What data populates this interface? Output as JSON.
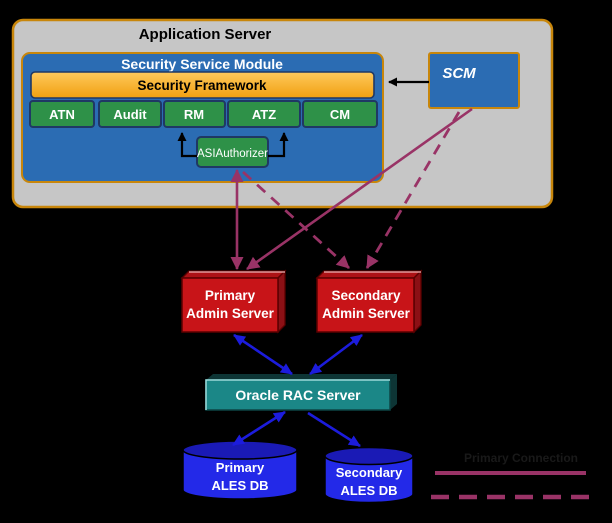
{
  "diagram": {
    "application_server": {
      "title": "Application Server"
    },
    "ssm": {
      "title": "Security Service Module",
      "framework_label": "Security Framework",
      "services": [
        "ATN",
        "Audit",
        "RM",
        "ATZ",
        "CM"
      ],
      "authorizer_label": "ASIAuthorizer"
    },
    "scm": {
      "label": "SCM"
    },
    "admin_primary": {
      "line1": "Primary",
      "line2": "Admin Server"
    },
    "admin_secondary": {
      "line1": "Secondary",
      "line2": "Admin Server"
    },
    "rac": {
      "label": "Oracle RAC Server"
    },
    "db_primary": {
      "line1": "Primary",
      "line2": "ALES DB"
    },
    "db_secondary": {
      "line1": "Secondary",
      "line2": "ALES DB"
    },
    "legend": {
      "caption": "Primary Connection"
    }
  },
  "colors": {
    "background": "#000000",
    "container_fill": "#C6C6C6",
    "container_border": "#C8860B",
    "module_blue": "#2B6CB3",
    "framework_gold_top": "#FFC95C",
    "framework_gold_bottom": "#F0A010",
    "service_green": "#2E9148",
    "box_border_navy": "#1F3864",
    "admin_red": "#C81418",
    "admin_red_top": "#AD1216",
    "admin_red_side": "#8B1015",
    "rac_teal": "#1B8787",
    "rac_dark": "#0D3535",
    "db_blue": "#2329E8",
    "db_blue_top": "#1A1AB5",
    "connector_purple": "#993366",
    "connector_blue": "#1C1CDC",
    "connector_black": "#000000",
    "legend_text_color": "#191919"
  }
}
